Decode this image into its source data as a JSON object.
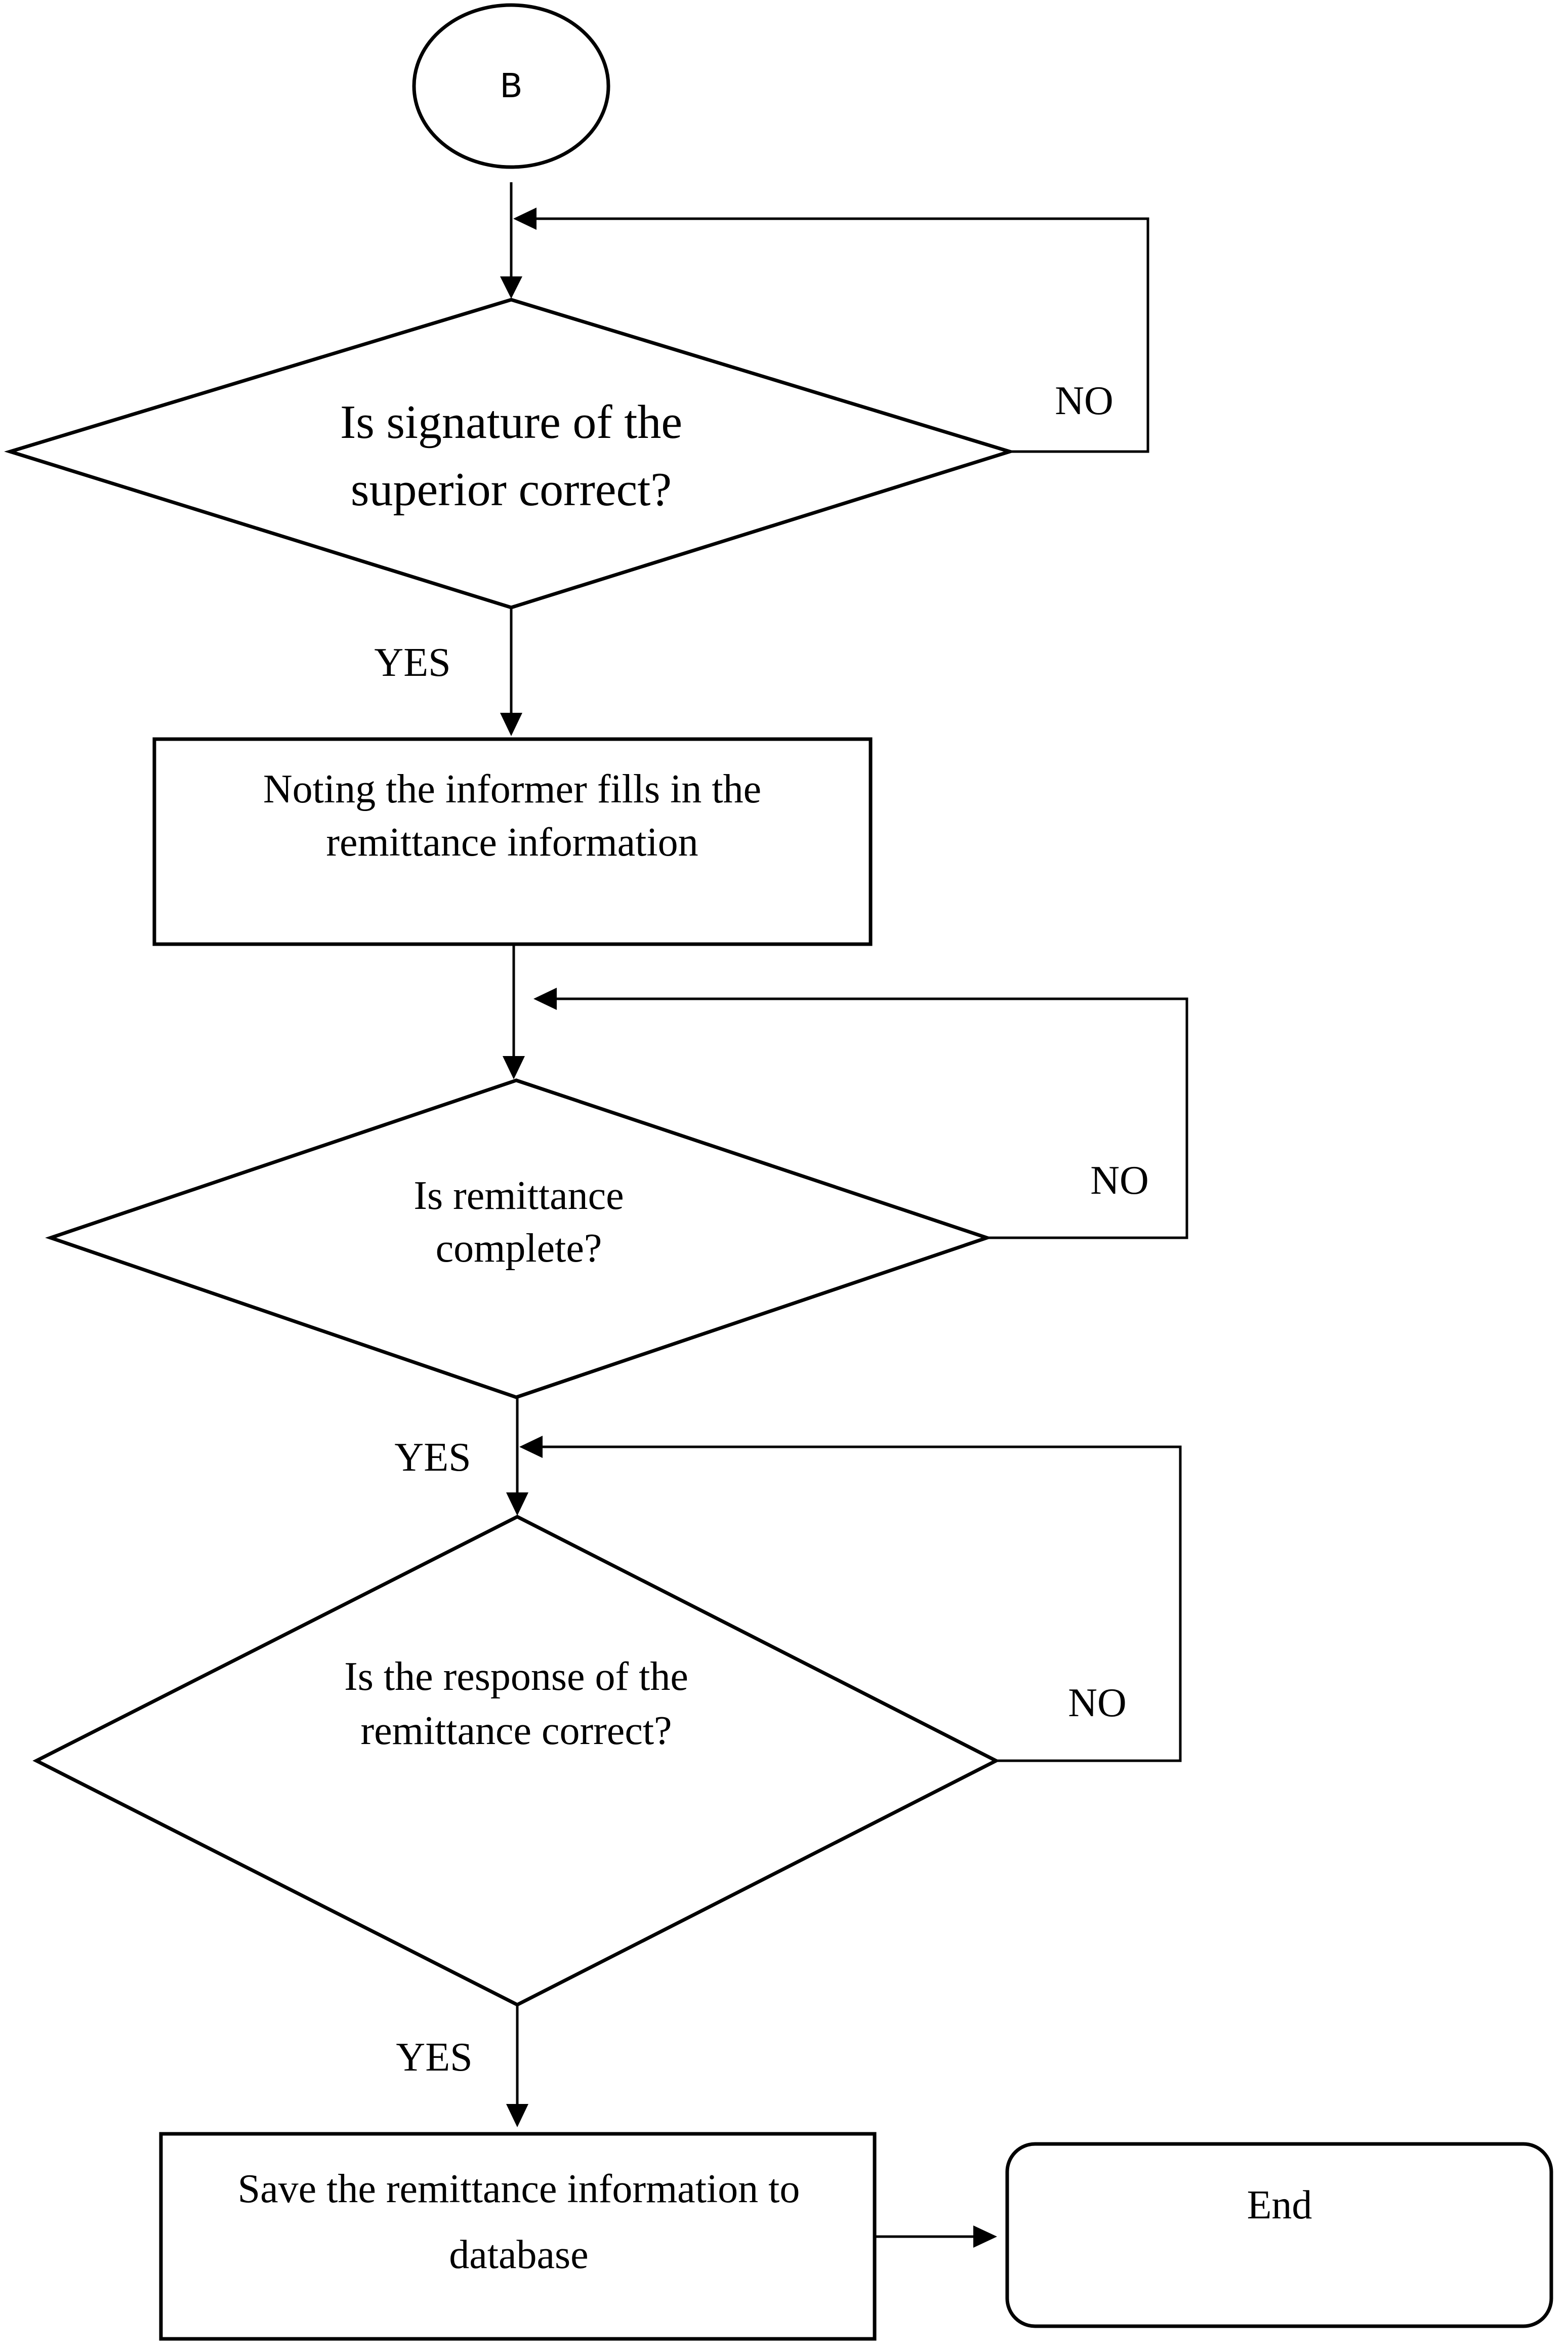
{
  "nodes": {
    "connector": {
      "label": "B"
    },
    "decision_signature": {
      "line1": "Is signature of the",
      "line2": "superior correct?"
    },
    "process_fill": {
      "line1": "Noting the informer fills in the",
      "line2": "remittance information"
    },
    "decision_complete": {
      "line1": "Is remittance",
      "line2": "complete?"
    },
    "decision_response": {
      "line1": "Is the response of the",
      "line2": "remittance correct?"
    },
    "process_save": {
      "line1": "Save the remittance information to",
      "line2": "database"
    },
    "terminal_end": {
      "label": "End"
    }
  },
  "edges": {
    "no_1": "NO",
    "yes_1": "YES",
    "no_2": "NO",
    "yes_2": "YES",
    "no_3": "NO",
    "yes_3": "YES"
  }
}
